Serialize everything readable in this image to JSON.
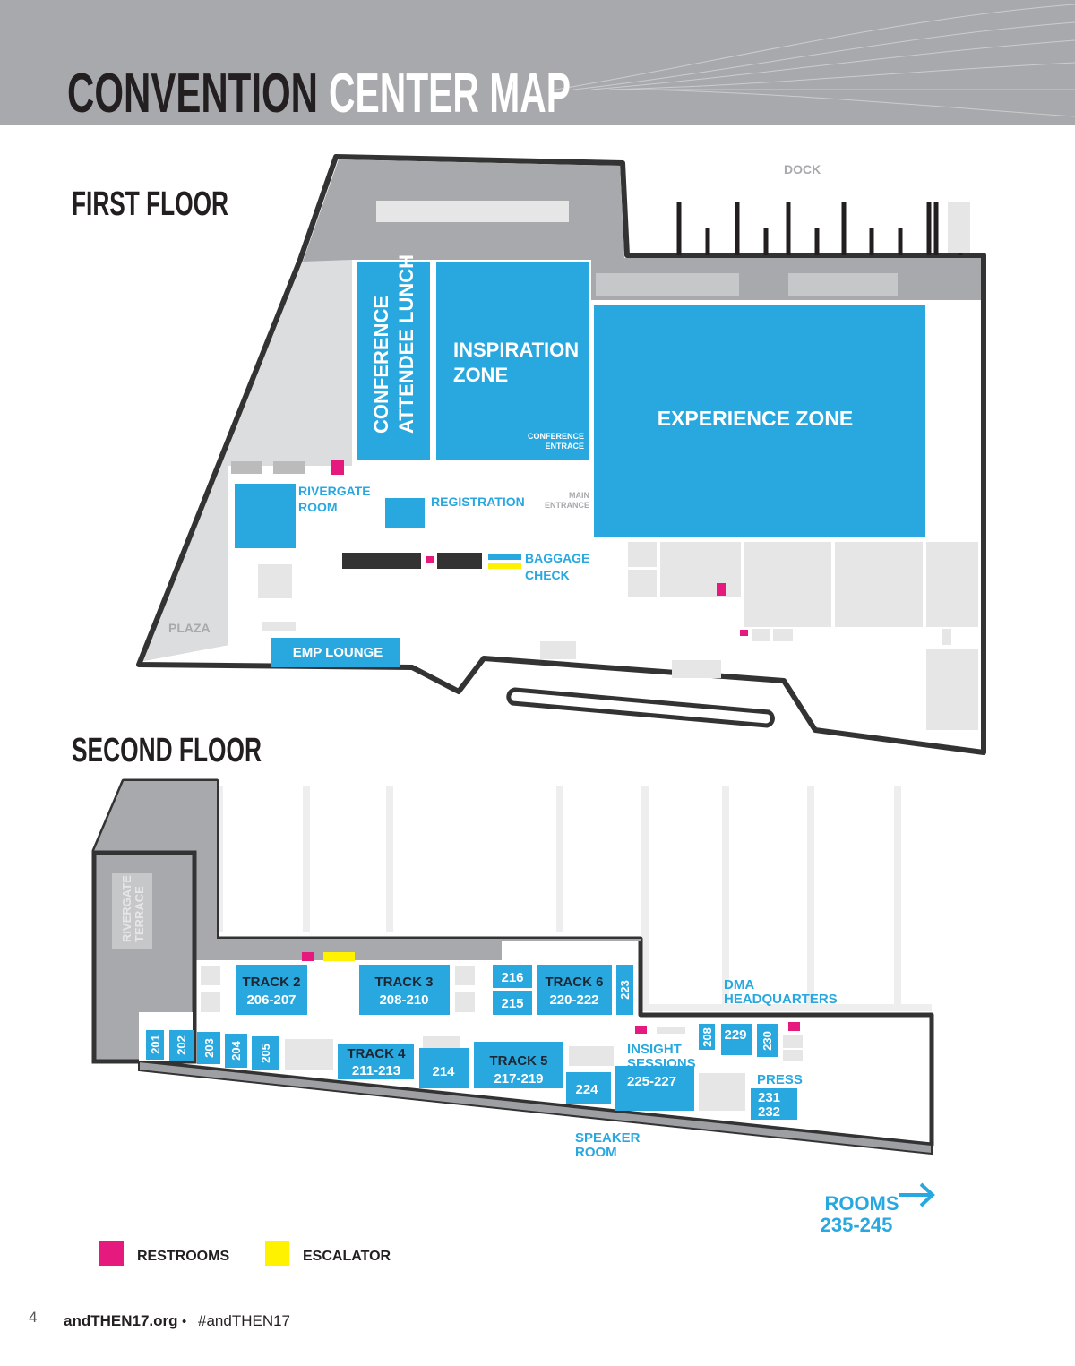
{
  "header": {
    "title_part1": "CONVENTION",
    "title_part2": "CENTER MAP"
  },
  "first_floor": {
    "title": "FIRST FLOOR",
    "dock": "DOCK",
    "plaza": "PLAZA",
    "conference_lunch": [
      "CONFERENCE",
      "ATTENDEE LUNCH"
    ],
    "inspiration_zone": [
      "INSPIRATION",
      "ZONE"
    ],
    "conference_entrance": [
      "CONFERENCE",
      "ENTRACE"
    ],
    "experience_zone": "EXPERIENCE ZONE",
    "main_entrance": [
      "MAIN",
      "ENTRANCE"
    ],
    "rivergate_room": [
      "RIVERGATE",
      "ROOM"
    ],
    "registration": "REGISTRATION",
    "baggage_check": [
      "BAGGAGE",
      "CHECK"
    ],
    "emp_lounge": "EMP LOUNGE"
  },
  "second_floor": {
    "title": "SECOND FLOOR",
    "rivergate_terrace": [
      "RIVERGATE",
      "TERRACE"
    ],
    "rooms": {
      "track2": [
        "TRACK 2",
        "206-207"
      ],
      "track3": [
        "TRACK 3",
        "208-210"
      ],
      "r216": "216",
      "r215": "215",
      "track6": [
        "TRACK 6",
        "220-222"
      ],
      "r223": "223",
      "r201": "201",
      "r202": "202",
      "r203": "203",
      "r204": "204",
      "r205": "205",
      "track4": [
        "TRACK 4",
        "211-213"
      ],
      "r214": "214",
      "track5": [
        "TRACK 5",
        "217-219"
      ],
      "r224": "224",
      "insight": [
        "INSIGHT",
        "SESSIONS",
        "225-227"
      ],
      "r208": "208",
      "r229": "229",
      "r230": "230",
      "press": [
        "PRESS",
        "231",
        "232"
      ]
    },
    "dma_headquarters": [
      "DMA",
      "HEADQUARTERS"
    ],
    "speaker_room": [
      "SPEAKER",
      "ROOM"
    ],
    "rooms_more": [
      "ROOMS",
      "235-245"
    ]
  },
  "legend": {
    "restrooms": "RESTROOMS",
    "escalator": "ESCALATOR"
  },
  "colors": {
    "room": "#29a8e0",
    "restroom": "#e6197f",
    "escalator": "#fff200",
    "header": "#a7a9ac"
  },
  "footer": {
    "page_number": "4",
    "site": "andTHEN17.org",
    "bullet": "•",
    "hashtag": "#andTHEN17"
  }
}
